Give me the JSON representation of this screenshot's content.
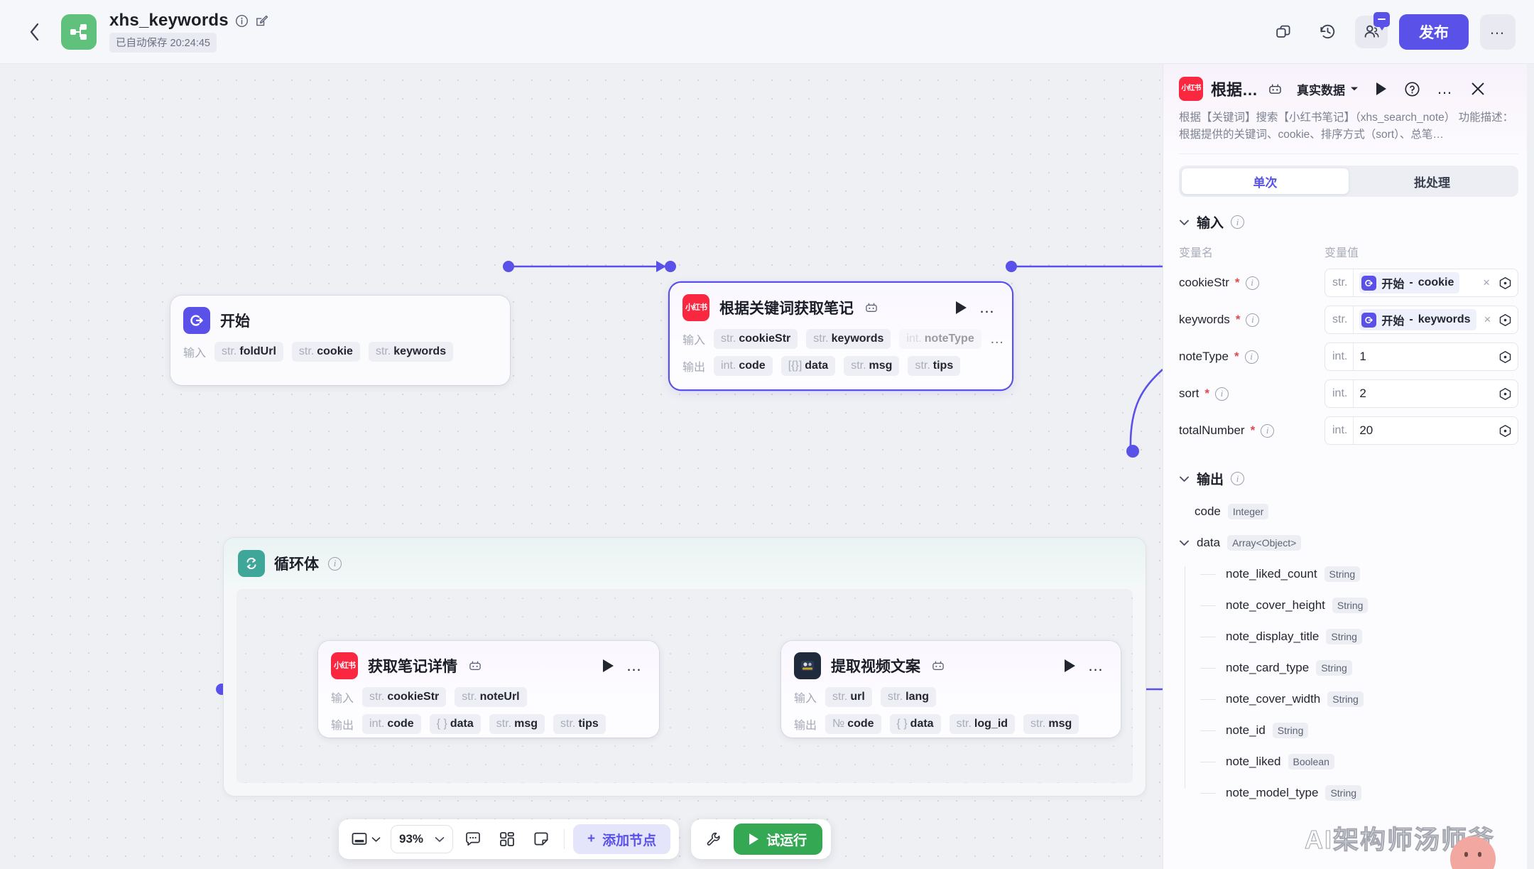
{
  "topbar": {
    "back_icon": "chevron-left-icon",
    "logo_icon": "workflow-logo-icon",
    "title": "xhs_keywords",
    "info_icon": "info-icon",
    "edit_icon": "edit-pencil-icon",
    "saved_status": "已自动保存 20:24:45",
    "duplicate_icon": "duplicate-icon",
    "history_icon": "history-clock-icon",
    "collaborators_icon": "collaborators-icon",
    "publish_label": "发布",
    "more_icon": "more-horizontal-icon"
  },
  "canvas": {
    "nodes": [
      {
        "id": "start",
        "icon": "start-node-icon",
        "title": "开始",
        "inputs_label": "输入",
        "inputs": [
          {
            "type": "str.",
            "name": "foldUrl"
          },
          {
            "type": "str.",
            "name": "cookie"
          },
          {
            "type": "str.",
            "name": "keywords"
          }
        ]
      },
      {
        "id": "search_notes",
        "icon": "xiaohongshu-icon",
        "title": "根据关键词获取笔记",
        "plugin_icon": "plugin-icon",
        "run_icon": "play-icon",
        "more_icon": "more-horizontal-icon",
        "inputs_label": "输入",
        "inputs": [
          {
            "type": "str.",
            "name": "cookieStr"
          },
          {
            "type": "str.",
            "name": "keywords"
          },
          {
            "type": "int.",
            "name": "noteType"
          }
        ],
        "inputs_overflow": "…",
        "outputs_label": "输出",
        "outputs": [
          {
            "type": "int.",
            "name": "code"
          },
          {
            "type": "[{}]",
            "name": "data"
          },
          {
            "type": "str.",
            "name": "msg"
          },
          {
            "type": "str.",
            "name": "tips"
          }
        ]
      },
      {
        "id": "note_detail",
        "icon": "xiaohongshu-icon",
        "title": "获取笔记详情",
        "plugin_icon": "plugin-icon",
        "run_icon": "play-icon",
        "more_icon": "more-horizontal-icon",
        "inputs_label": "输入",
        "inputs": [
          {
            "type": "str.",
            "name": "cookieStr"
          },
          {
            "type": "str.",
            "name": "noteUrl"
          }
        ],
        "outputs_label": "输出",
        "outputs": [
          {
            "type": "int.",
            "name": "code"
          },
          {
            "type": "{ }",
            "name": "data"
          },
          {
            "type": "str.",
            "name": "msg"
          },
          {
            "type": "str.",
            "name": "tips"
          }
        ]
      },
      {
        "id": "video_copy",
        "icon": "video-extract-icon",
        "title": "提取视频文案",
        "plugin_icon": "plugin-icon",
        "run_icon": "play-icon",
        "more_icon": "more-horizontal-icon",
        "inputs_label": "输入",
        "inputs": [
          {
            "type": "str.",
            "name": "url"
          },
          {
            "type": "str.",
            "name": "lang"
          }
        ],
        "outputs_label": "输出",
        "outputs": [
          {
            "type": "№",
            "name": "code"
          },
          {
            "type": "{ }",
            "name": "data"
          },
          {
            "type": "str.",
            "name": "log_id"
          },
          {
            "type": "str.",
            "name": "msg"
          }
        ]
      }
    ],
    "loop": {
      "icon": "loop-icon",
      "title": "循环体",
      "info_icon": "info-icon"
    }
  },
  "bottombar": {
    "fit_icon": "fit-screen-icon",
    "fit_caret": "chevron-down-icon",
    "zoom_value": "93%",
    "zoom_caret": "chevron-down-icon",
    "comment_icon": "comment-icon",
    "grid_icon": "grid-layout-icon",
    "note_icon": "sticky-note-icon",
    "add_node_plus": "+",
    "add_node_label": "添加节点",
    "wrench_icon": "wrench-icon",
    "run_icon": "play-icon",
    "run_label": "试运行"
  },
  "panel": {
    "icon": "xiaohongshu-icon",
    "title": "根据…",
    "plugin_icon": "plugin-icon",
    "data_mode": "真实数据",
    "data_mode_caret": "chevron-down-icon",
    "run_icon": "play-icon",
    "help_icon": "help-circle-icon",
    "more_icon": "more-horizontal-icon",
    "close_icon": "close-icon",
    "description": "根据【关键词】搜索【小红书笔记】（xhs_search_note） 功能描述： 根据提供的关键词、cookie、排序方式（sort）、总笔…",
    "tabs": [
      {
        "label": "单次",
        "active": true
      },
      {
        "label": "批处理",
        "active": false
      }
    ],
    "input_section": {
      "title": "输入",
      "info_icon": "info-icon",
      "chevron": "chevron-down-icon",
      "col_name": "变量名",
      "col_value": "变量值",
      "rows": [
        {
          "name": "cookieStr",
          "required": "*",
          "type": "str.",
          "ref_node": "开始",
          "ref_sep": "-",
          "ref_field": "cookie",
          "value": "",
          "clear_icon": "close-small-icon",
          "target_icon": "set-value-icon"
        },
        {
          "name": "keywords",
          "required": "*",
          "type": "str.",
          "ref_node": "开始",
          "ref_sep": "-",
          "ref_field": "keywords",
          "value": "",
          "clear_icon": "close-small-icon",
          "target_icon": "set-value-icon"
        },
        {
          "name": "noteType",
          "required": "*",
          "type": "int.",
          "value": "1",
          "target_icon": "set-value-icon"
        },
        {
          "name": "sort",
          "required": "*",
          "type": "int.",
          "value": "2",
          "target_icon": "set-value-icon"
        },
        {
          "name": "totalNumber",
          "required": "*",
          "type": "int.",
          "value": "20",
          "target_icon": "set-value-icon"
        }
      ]
    },
    "output_section": {
      "title": "输出",
      "info_icon": "info-icon",
      "chevron": "chevron-down-icon",
      "items": [
        {
          "name": "code",
          "type": "Integer"
        },
        {
          "name": "data",
          "type": "Array<Object>",
          "expandable": true
        }
      ],
      "children": [
        {
          "name": "note_liked_count",
          "type": "String"
        },
        {
          "name": "note_cover_height",
          "type": "String"
        },
        {
          "name": "note_display_title",
          "type": "String"
        },
        {
          "name": "note_card_type",
          "type": "String"
        },
        {
          "name": "note_cover_width",
          "type": "String"
        },
        {
          "name": "note_id",
          "type": "String"
        },
        {
          "name": "note_liked",
          "type": "Boolean"
        },
        {
          "name": "note_model_type",
          "type": "String"
        }
      ]
    }
  },
  "watermark": {
    "text": "AI架构师汤师爷"
  },
  "colors": {
    "accent": "#5a52e8",
    "publish": "#5a52e8",
    "run_green": "#35a853",
    "logo_green": "#5fc17c",
    "loop_teal": "#3fa69a",
    "xhs_red": "#fa2741",
    "required": "#e0484d"
  }
}
